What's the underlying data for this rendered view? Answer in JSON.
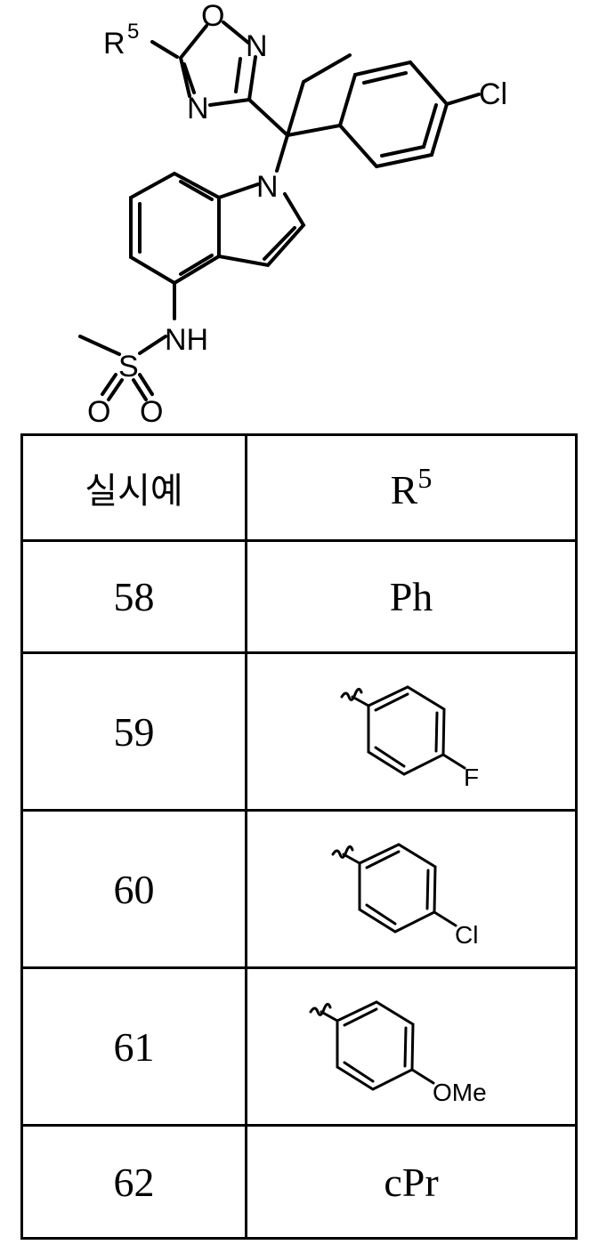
{
  "scaffold": {
    "r_group_label": "R",
    "r_group_superscript": "5",
    "oxadiazole_o": "O",
    "oxadiazole_n_top": "N",
    "oxadiazole_n_bottom": "N",
    "chloro": "Cl",
    "indole_n": "N",
    "amine": "NH",
    "sulfur": "S",
    "oxygen_left": "O",
    "oxygen_right": "O"
  },
  "table": {
    "header": {
      "col1": "실시예",
      "col2_main": "R",
      "col2_sup": "5"
    },
    "rows": [
      {
        "example": "58",
        "r5": "Ph"
      },
      {
        "example": "59",
        "r5_substituent": "F"
      },
      {
        "example": "60",
        "r5_substituent": "Cl"
      },
      {
        "example": "61",
        "r5_substituent": "OMe"
      },
      {
        "example": "62",
        "r5": "cPr"
      }
    ]
  }
}
